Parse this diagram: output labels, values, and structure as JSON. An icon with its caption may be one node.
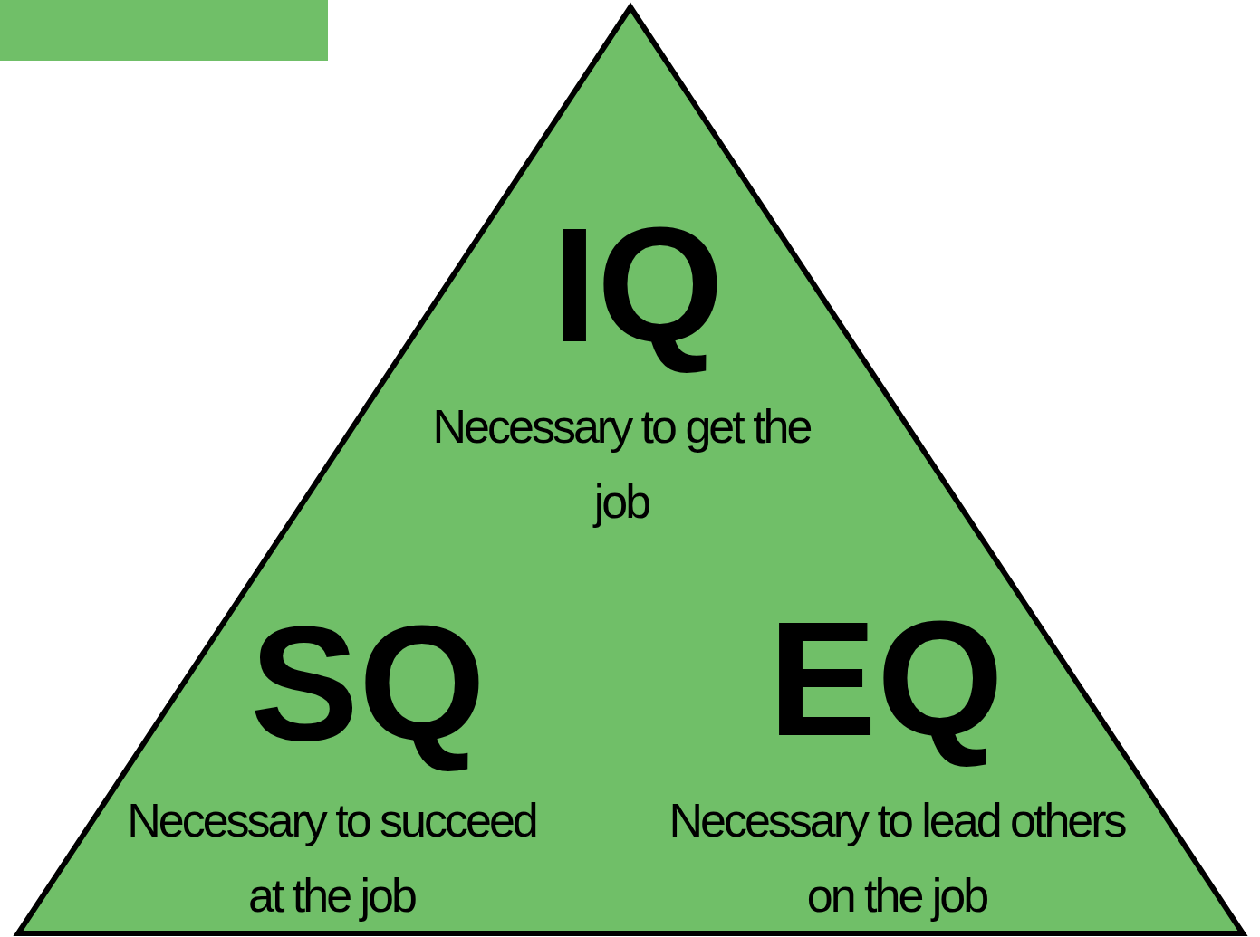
{
  "diagram": {
    "nodes": [
      {
        "text": [
          "IQ",
          "Necessary to get the job",
          "SQ",
          "Necessary to succeed at the job",
          "EQ",
          "Necessary to lead others on the job"
        ]
      }
    ],
    "edges": []
  }
}
